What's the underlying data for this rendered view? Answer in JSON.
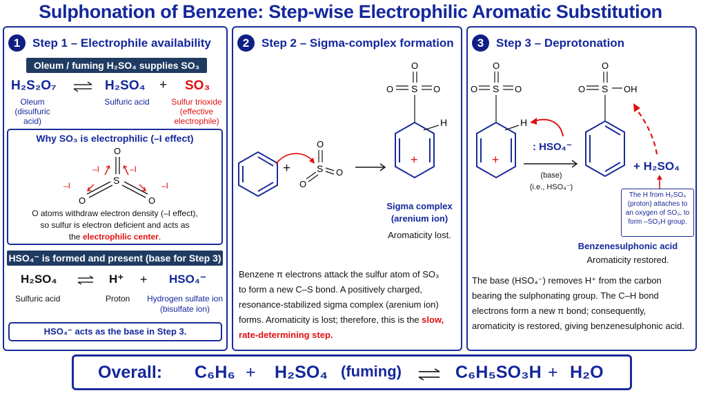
{
  "title": "Sulphonation of Benzene: Step-wise Electrophilic Aromatic Substitution",
  "step1": {
    "number": "1",
    "heading": "Step 1 – Electrophile availability",
    "bar1": "Oleum / fuming H₂SO₄ supplies SO₃",
    "oleum_formula": "H₂S₂O₇",
    "oleum_label": "Oleum\n(disulfuric acid)",
    "sulfuric_formula": "H₂SO₄",
    "sulfuric_label": "Sulfuric acid",
    "plus": "+",
    "so3_formula": "SO₃",
    "so3_label": "Sulfur trioxide\n(effective\nelectrophile)",
    "why_title": "Why SO₃ is electrophilic (–I effect)",
    "minus_i": "–I",
    "why_text_1": "O atoms withdraw electron density (–I effect),",
    "why_text_2": "so sulfur is electron deficient and acts as",
    "why_text_3_pre": "the ",
    "why_text_3_red": "electrophilic center",
    "why_text_3_post": ".",
    "bar2": "HSO₄⁻ is formed and present (base for Step 3)",
    "h2so4": "H₂SO₄",
    "h2so4_label": "Sulfuric acid",
    "proton": "H⁺",
    "proton_label": "Proton",
    "hso4": "HSO₄⁻",
    "hso4_label": "Hydrogen sulfate ion\n(bisulfate ion)",
    "base_note": "HSO₄⁻ acts as the base in Step 3."
  },
  "step2": {
    "number": "2",
    "heading": "Step 2 – Sigma-complex formation",
    "sigma_title": "Sigma complex\n(arenium ion)",
    "sigma_sub": "Aromaticity lost.",
    "para_1": "Benzene π electrons attack the sulfur atom of SO₃",
    "para_2": "to form a new C–S bond. A positively charged,",
    "para_3": "resonance-stabilized sigma complex (arenium ion)",
    "para_4_pre": "forms. Aromaticity is lost; therefore, this is the ",
    "para_4_red": "slow,",
    "para_5_red": "rate-determining step."
  },
  "step3": {
    "number": "3",
    "heading": "Step 3 – Deprotonation",
    "base_ion": ": HSO₄⁻",
    "base_label": "(base)\n(i.e., HSO₄⁻)",
    "product_plus": "+ H₂SO₄",
    "note": "The H from H₂SO₄\n(proton) attaches to\nan oxygen of SO₃, to\nform –SO₃H group.",
    "product_title": "Benzenesulphonic acid",
    "product_sub": "Aromaticity restored.",
    "para_1": "The base (HSO₄⁻) removes H⁺ from the carbon",
    "para_2": "bearing the sulphonating group. The C–H bond",
    "para_3": "electrons form a new π bond; consequently,",
    "para_4": "aromaticity is restored, giving benzenesulphonic acid."
  },
  "overall": {
    "label": "Overall:",
    "benzene": "C₆H₆",
    "plus1": "+",
    "acid": "H₂SO₄",
    "fuming": "(fuming)",
    "product": "C₆H₅SO₃H",
    "plus2": "+",
    "water": "H₂O"
  },
  "atoms": {
    "O": "O",
    "S": "S",
    "H": "H",
    "OH": "OH",
    "plus_charge": "+"
  }
}
